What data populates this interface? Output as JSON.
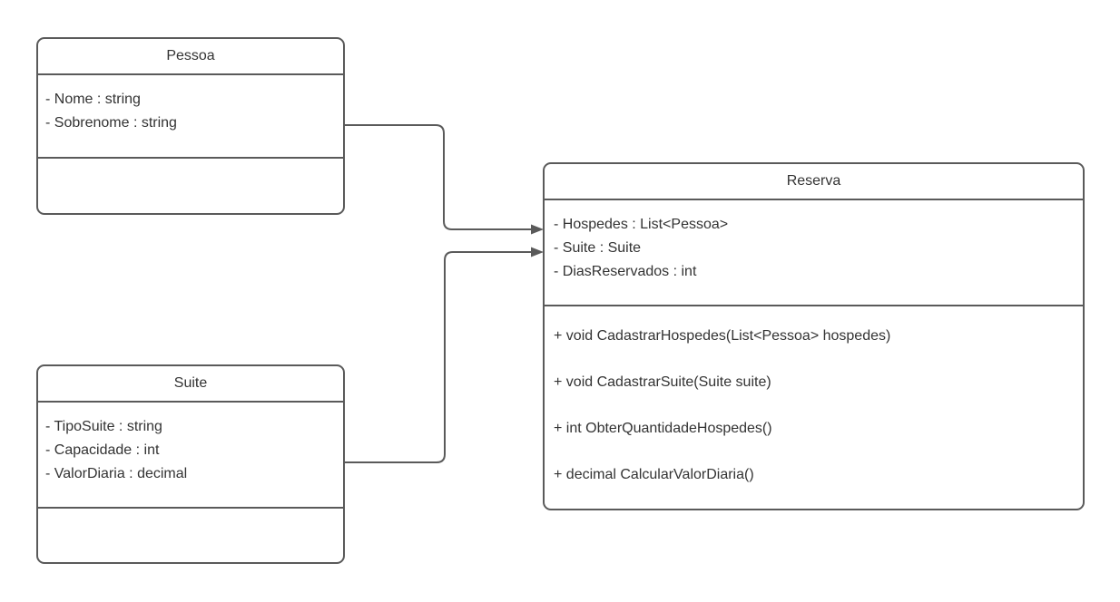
{
  "diagram": {
    "type": "uml-class-diagram",
    "colors": {
      "stroke": "#5a5a5a",
      "text": "#333333",
      "background": "#ffffff"
    },
    "classes": [
      {
        "name": "Pessoa",
        "attributes": [
          "- Nome : string",
          "- Sobrenome : string"
        ],
        "methods": []
      },
      {
        "name": "Suite",
        "attributes": [
          "- TipoSuite : string",
          "- Capacidade : int",
          "- ValorDiaria : decimal"
        ],
        "methods": []
      },
      {
        "name": "Reserva",
        "attributes": [
          "- Hospedes : List<Pessoa>",
          "- Suite : Suite",
          "- DiasReservados : int"
        ],
        "methods": [
          "+ void CadastrarHospedes(List<Pessoa> hospedes)",
          "+ void CadastrarSuite(Suite suite)",
          "+ int ObterQuantidadeHospedes()",
          "+ decimal CalcularValorDiaria()"
        ]
      }
    ],
    "connectors": [
      {
        "from": "Pessoa",
        "to": "Reserva",
        "style": "orthogonal-arrow"
      },
      {
        "from": "Suite",
        "to": "Reserva",
        "style": "orthogonal-arrow"
      }
    ]
  }
}
